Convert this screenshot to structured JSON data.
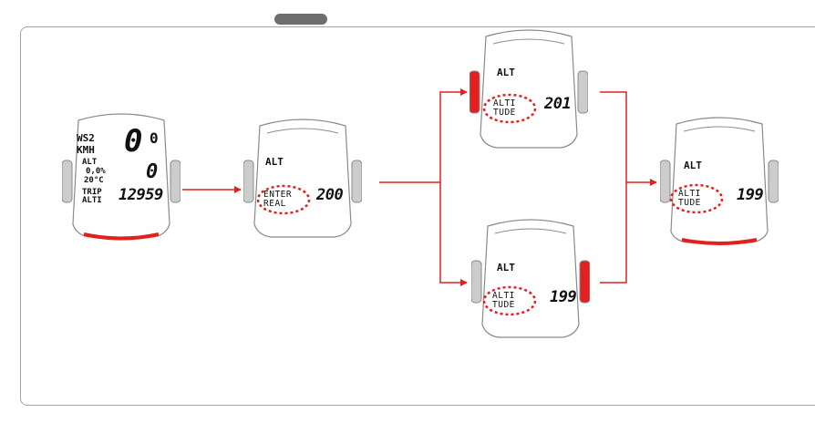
{
  "diagram": {
    "devices": [
      {
        "id": "main",
        "lines": [
          "WS2",
          "KMH",
          "ALT",
          "0,0%",
          "20°C",
          "TRIP",
          "ALTI"
        ],
        "speed": "0",
        "speed_decimal": "0",
        "secondary": "0",
        "value": "12959"
      },
      {
        "id": "enter",
        "mode_label": "ALT",
        "mode_text": [
          "ENTER",
          "REAL"
        ],
        "value": "200"
      },
      {
        "id": "up",
        "mode_label": "ALT",
        "mode_text": [
          "ALTI",
          "TUDE"
        ],
        "value": "201"
      },
      {
        "id": "down",
        "mode_label": "ALT",
        "mode_text": [
          "ALTI",
          "TUDE"
        ],
        "value": "199"
      },
      {
        "id": "result",
        "mode_label": "ALT",
        "mode_text": [
          "ALTI",
          "TUDE"
        ],
        "value": "199"
      }
    ],
    "colors": {
      "accent": "#e1201f",
      "outline": "#8a8a8a",
      "button_grey": "#cccccc",
      "frame": "#a5a5a5",
      "tab": "#6e6e6e"
    }
  }
}
